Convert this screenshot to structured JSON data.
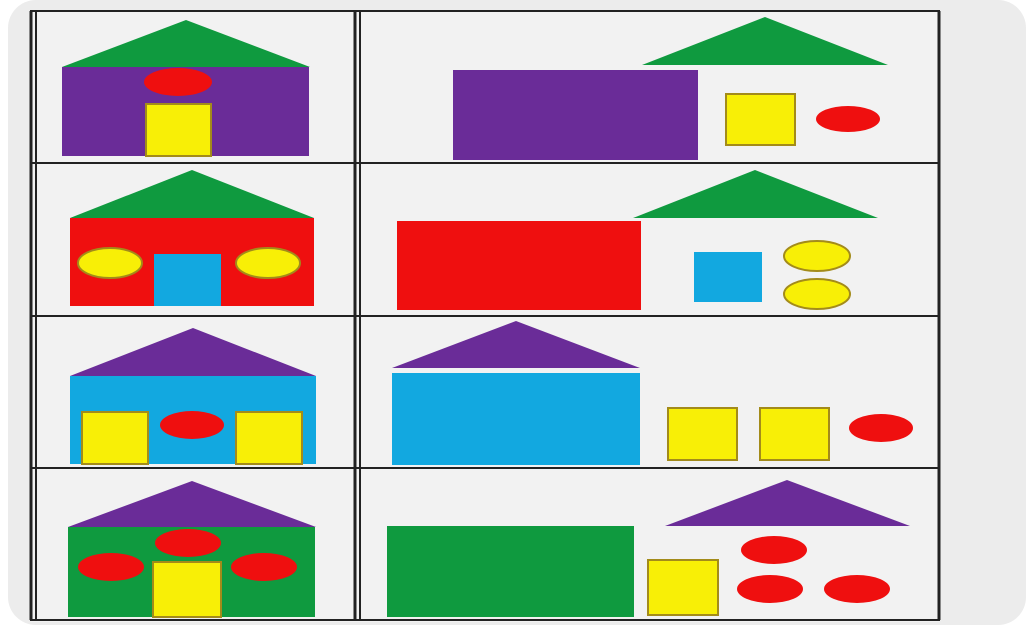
{
  "colors": {
    "page_bg": "#ffffff",
    "panel_bg": "#ececec",
    "cell_bg": "#f2f2f2",
    "grid_line": "#222222",
    "green": "#0f9a3f",
    "purple": "#6a2c98",
    "red": "#ef0f0f",
    "blue": "#12a8e0",
    "yellow": "#f8ef06",
    "shape_outline": "#a38b1a"
  },
  "rows": [
    {
      "row": 1,
      "assembled_house": {
        "roof": "green-triangle",
        "body": "purple-rectangle",
        "windows": [
          "red-circle"
        ],
        "doors": [
          "yellow-rectangle"
        ]
      },
      "loose_parts": [
        "green-triangle",
        "purple-rectangle",
        "yellow-rectangle",
        "red-circle"
      ]
    },
    {
      "row": 2,
      "assembled_house": {
        "roof": "green-triangle",
        "body": "red-rectangle",
        "windows": [
          "yellow-circle",
          "yellow-circle"
        ],
        "doors": [
          "blue-rectangle"
        ]
      },
      "loose_parts": [
        "green-triangle",
        "red-rectangle",
        "blue-rectangle",
        "yellow-circle",
        "yellow-circle"
      ]
    },
    {
      "row": 3,
      "assembled_house": {
        "roof": "purple-triangle",
        "body": "blue-rectangle",
        "windows": [
          "red-circle",
          "yellow-rectangle",
          "yellow-rectangle"
        ],
        "doors": []
      },
      "loose_parts": [
        "purple-triangle",
        "blue-rectangle",
        "yellow-rectangle",
        "yellow-rectangle",
        "red-circle"
      ]
    },
    {
      "row": 4,
      "assembled_house": {
        "roof": "purple-triangle",
        "body": "green-rectangle",
        "windows": [
          "red-circle",
          "red-circle",
          "red-circle"
        ],
        "doors": [
          "yellow-rectangle"
        ]
      },
      "loose_parts": [
        "purple-triangle",
        "green-rectangle",
        "yellow-rectangle",
        "red-circle",
        "red-circle",
        "red-circle"
      ]
    }
  ]
}
